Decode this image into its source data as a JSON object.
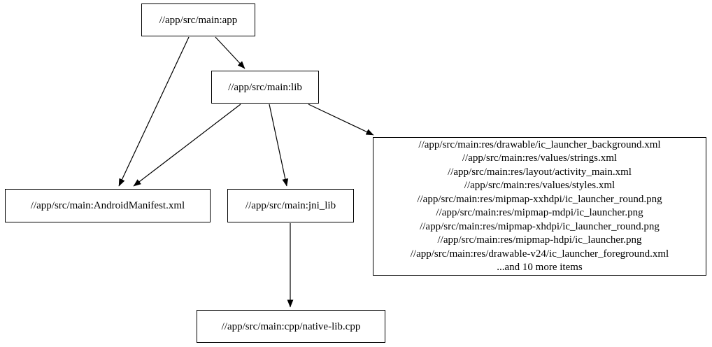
{
  "graph": {
    "type": "directed-dependency-graph",
    "colors": {
      "background": "#ffffff",
      "node_fill": "#ffffff",
      "node_border": "#000000",
      "edge": "#000000",
      "text": "#000000"
    },
    "nodes": {
      "app": {
        "label": "//app/src/main:app"
      },
      "lib": {
        "label": "//app/src/main:lib"
      },
      "android_manifest": {
        "label": "//app/src/main:AndroidManifest.xml"
      },
      "jni_lib": {
        "label": "//app/src/main:jni_lib"
      },
      "native_lib_cpp": {
        "label": "//app/src/main:cpp/native-lib.cpp"
      },
      "resources": {
        "lines": [
          "//app/src/main:res/drawable/ic_launcher_background.xml",
          "//app/src/main:res/values/strings.xml",
          "//app/src/main:res/layout/activity_main.xml",
          "//app/src/main:res/values/styles.xml",
          "//app/src/main:res/mipmap-xxhdpi/ic_launcher_round.png",
          "//app/src/main:res/mipmap-mdpi/ic_launcher.png",
          "//app/src/main:res/mipmap-xhdpi/ic_launcher_round.png",
          "//app/src/main:res/mipmap-hdpi/ic_launcher.png",
          "//app/src/main:res/drawable-v24/ic_launcher_foreground.xml",
          "...and 10 more items"
        ]
      }
    },
    "edges": [
      {
        "from": "app",
        "to": "android_manifest"
      },
      {
        "from": "app",
        "to": "lib"
      },
      {
        "from": "lib",
        "to": "android_manifest"
      },
      {
        "from": "lib",
        "to": "jni_lib"
      },
      {
        "from": "lib",
        "to": "resources"
      },
      {
        "from": "jni_lib",
        "to": "native_lib_cpp"
      }
    ]
  }
}
